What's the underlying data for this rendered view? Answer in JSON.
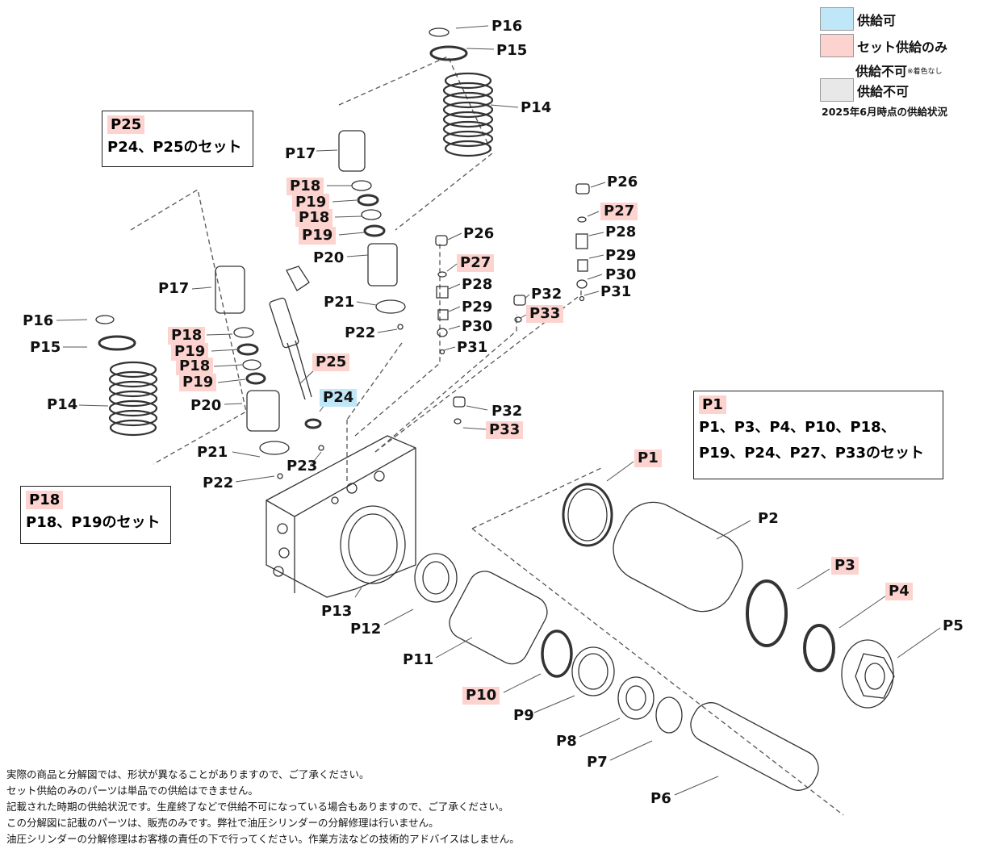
{
  "legend": {
    "supply_ok": "供給可",
    "set_only": "セット供給のみ",
    "no_supply_uncolored": "供給不可",
    "no_supply_uncolored_note": "※着色なし",
    "no_supply": "供給不可",
    "as_of": "2025年6月時点の供給状況",
    "colors": {
      "supply_ok": "#bfe7f7",
      "set_only": "#fcd3cf",
      "no_supply": "#e8e8e8"
    }
  },
  "set_boxes": {
    "p25": {
      "header": "P25",
      "text": "P24、P25のセット"
    },
    "p18": {
      "header": "P18",
      "text": "P18、P19のセット"
    },
    "p1": {
      "header": "P1",
      "line1": "P1、P3、P4、P10、P18、",
      "line2": "P19、P24、P27、P33のセット"
    }
  },
  "part_labels": [
    {
      "text": "P16",
      "status": "none"
    },
    {
      "text": "P15",
      "status": "none"
    },
    {
      "text": "P14",
      "status": "none"
    },
    {
      "text": "P17",
      "status": "none"
    },
    {
      "text": "P18",
      "status": "set"
    },
    {
      "text": "P19",
      "status": "set"
    },
    {
      "text": "P18",
      "status": "set"
    },
    {
      "text": "P19",
      "status": "set"
    },
    {
      "text": "P20",
      "status": "none"
    },
    {
      "text": "P21",
      "status": "none"
    },
    {
      "text": "P22",
      "status": "none"
    },
    {
      "text": "P26",
      "status": "none"
    },
    {
      "text": "P27",
      "status": "set"
    },
    {
      "text": "P28",
      "status": "none"
    },
    {
      "text": "P29",
      "status": "none"
    },
    {
      "text": "P30",
      "status": "none"
    },
    {
      "text": "P31",
      "status": "none"
    },
    {
      "text": "P26",
      "status": "none"
    },
    {
      "text": "P27",
      "status": "set"
    },
    {
      "text": "P28",
      "status": "none"
    },
    {
      "text": "P29",
      "status": "none"
    },
    {
      "text": "P30",
      "status": "none"
    },
    {
      "text": "P31",
      "status": "none"
    },
    {
      "text": "P32",
      "status": "none"
    },
    {
      "text": "P33",
      "status": "set"
    },
    {
      "text": "P17",
      "status": "none"
    },
    {
      "text": "P16",
      "status": "none"
    },
    {
      "text": "P15",
      "status": "none"
    },
    {
      "text": "P18",
      "status": "set"
    },
    {
      "text": "P19",
      "status": "set"
    },
    {
      "text": "P18",
      "status": "set"
    },
    {
      "text": "P19",
      "status": "set"
    },
    {
      "text": "P14",
      "status": "none"
    },
    {
      "text": "P20",
      "status": "none"
    },
    {
      "text": "P25",
      "status": "set"
    },
    {
      "text": "P24",
      "status": "ok"
    },
    {
      "text": "P21",
      "status": "none"
    },
    {
      "text": "P23",
      "status": "none"
    },
    {
      "text": "P22",
      "status": "none"
    },
    {
      "text": "P32",
      "status": "none"
    },
    {
      "text": "P33",
      "status": "set"
    },
    {
      "text": "P1",
      "status": "set"
    },
    {
      "text": "P2",
      "status": "none"
    },
    {
      "text": "P3",
      "status": "set"
    },
    {
      "text": "P4",
      "status": "set"
    },
    {
      "text": "P5",
      "status": "none"
    },
    {
      "text": "P13",
      "status": "none"
    },
    {
      "text": "P12",
      "status": "none"
    },
    {
      "text": "P11",
      "status": "none"
    },
    {
      "text": "P10",
      "status": "set"
    },
    {
      "text": "P9",
      "status": "none"
    },
    {
      "text": "P8",
      "status": "none"
    },
    {
      "text": "P7",
      "status": "none"
    },
    {
      "text": "P6",
      "status": "none"
    }
  ],
  "notes": [
    "実際の商品と分解図では、形状が異なることがありますので、ご了承ください。",
    "セット供給のみのパーツは単品での供給はできません。",
    "記載された時期の供給状況です。生産終了などで供給不可になっている場合もありますので、ご了承ください。",
    "この分解図に記載のパーツは、販売のみです。弊社で油圧シリンダーの分解修理は行いません。",
    "油圧シリンダーの分解修理はお客様の責任の下で行ってください。作業方法などの技術的アドバイスはしません。"
  ]
}
